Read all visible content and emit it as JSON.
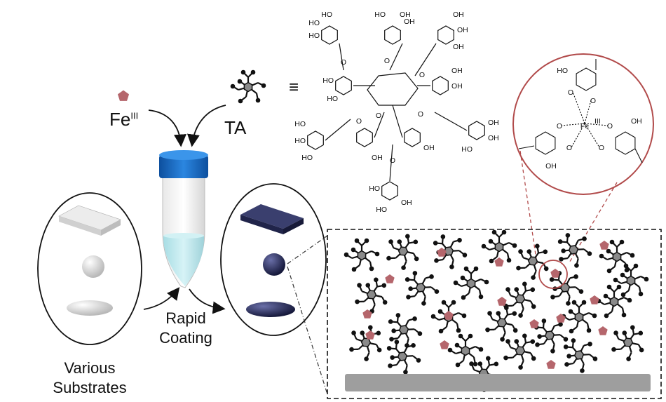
{
  "labels": {
    "fe_base": "Fe",
    "fe_sup": "III",
    "ta": "TA",
    "equiv": "≡",
    "rapid": "Rapid",
    "coating": "Coating",
    "various": "Various",
    "substrates": "Substrates"
  },
  "chem": {
    "hydroxyl": "HO",
    "hydroxyl_r": "OH",
    "oxygen": "O",
    "iron": "Fe",
    "iron_sup": "III"
  },
  "colors": {
    "fe_pink": "#b5666c",
    "tube_cap": "#1565c0",
    "liquid": "#bfe9ee",
    "coated_navy": "#262a55",
    "network_node": "#111111",
    "core_gray": "#8a8a8a",
    "substrate_bar": "#9e9e9e",
    "circle_red": "#b14a4a"
  },
  "icons": [
    "fe-star-icon",
    "ta-molecule-icon",
    "arrow-icon"
  ]
}
